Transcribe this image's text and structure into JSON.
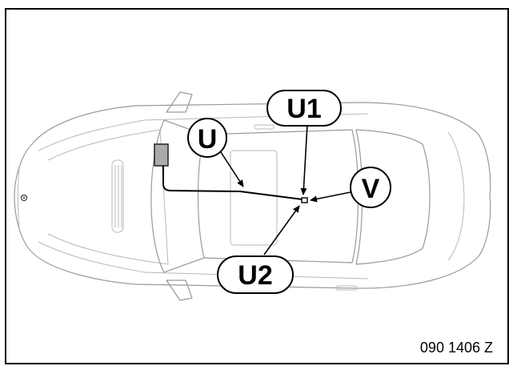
{
  "diagram": {
    "callouts": {
      "u1": "U1",
      "u": "U",
      "v": "V",
      "u2": "U2"
    },
    "figure_code": "090 1406 Z"
  },
  "colors": {
    "outline": "#9a9a9a",
    "callout_stroke": "#000000",
    "module_fill": "#aaaaaa",
    "background": "#ffffff"
  }
}
